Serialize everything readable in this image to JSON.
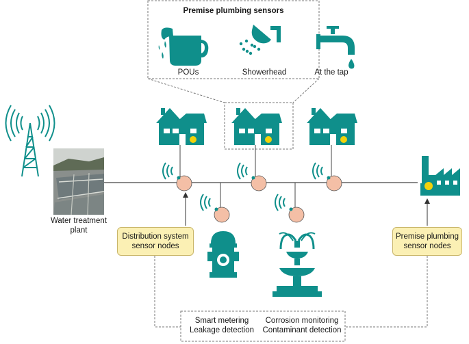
{
  "colors": {
    "teal": "#0f8f8b",
    "sensor": "#f4bfa6",
    "yellow_dot": "#f2d20a",
    "node_box": "#fbf0b4"
  },
  "premise_panel": {
    "title": "Premise plumbing sensors",
    "items": [
      {
        "label": "POUs",
        "icon": "pitcher-icon"
      },
      {
        "label": "Showerhead",
        "icon": "showerhead-icon"
      },
      {
        "label": "At the tap",
        "icon": "faucet-icon"
      }
    ]
  },
  "plant": {
    "label": "Water treatment\nplant",
    "icon": "radio-tower-icon"
  },
  "distribution_nodes": {
    "label": "Distribution system\nsensor nodes"
  },
  "premise_nodes": {
    "label": "Premise plumbing\nsensor nodes"
  },
  "applications": {
    "left": "Smart metering\nLeakage detection",
    "right": "Corrosion monitoring\nContaminant detection"
  },
  "icons": [
    "house-icon",
    "fire-hydrant-icon",
    "fountain-icon",
    "factory-icon",
    "wifi-signal-icon"
  ]
}
